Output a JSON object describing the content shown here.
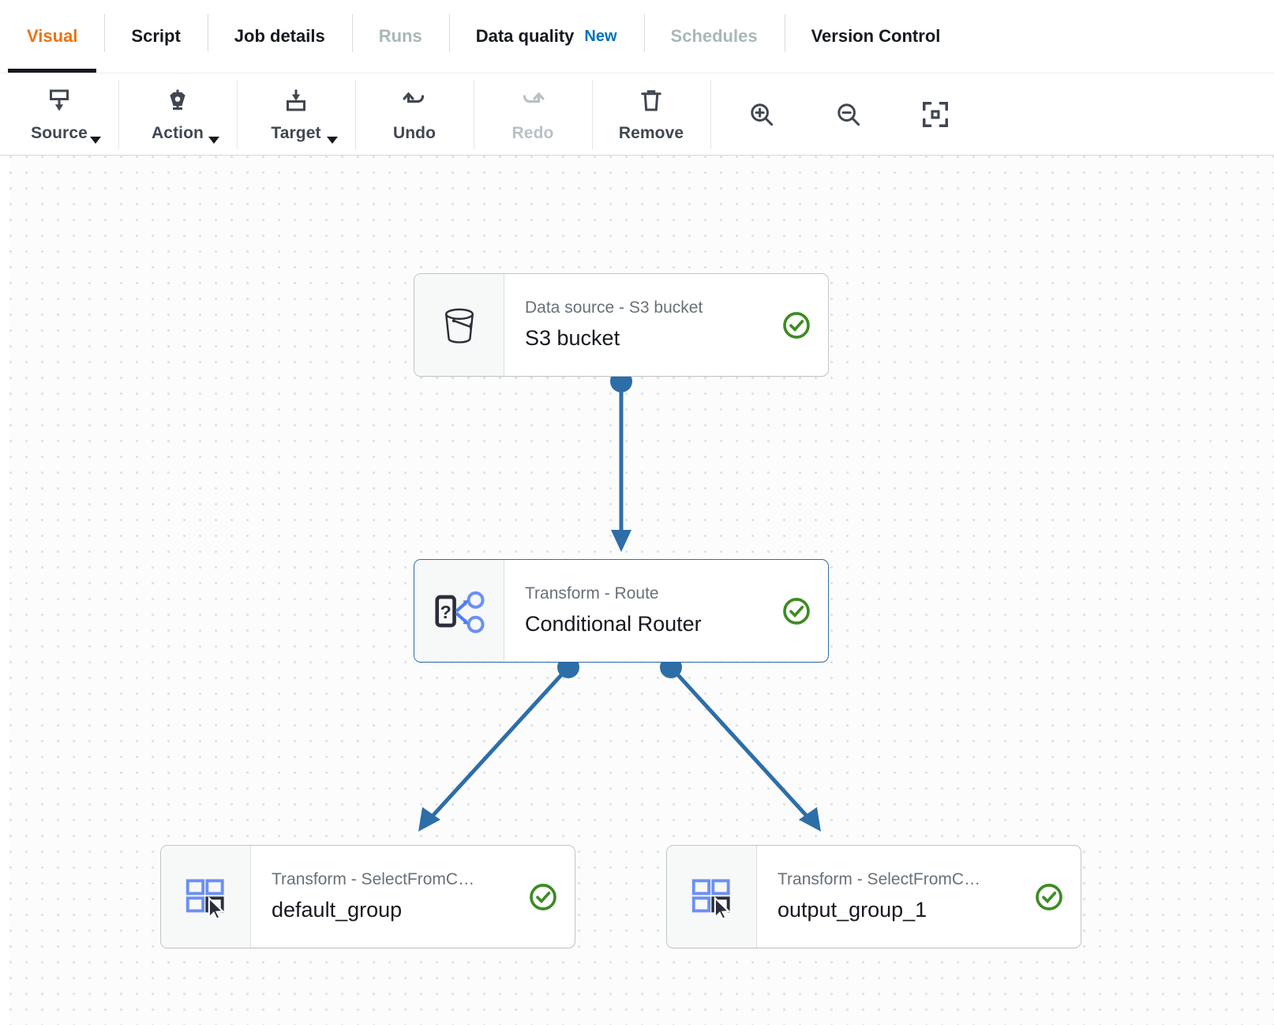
{
  "tabs": [
    {
      "label": "Visual",
      "state": "active",
      "name": "tab-visual"
    },
    {
      "label": "Script",
      "state": "normal",
      "name": "tab-script"
    },
    {
      "label": "Job details",
      "state": "normal",
      "name": "tab-job-details"
    },
    {
      "label": "Runs",
      "state": "disabled",
      "name": "tab-runs"
    },
    {
      "label": "Data quality",
      "state": "normal",
      "badge": "New",
      "name": "tab-data-quality"
    },
    {
      "label": "Schedules",
      "state": "disabled",
      "name": "tab-schedules"
    },
    {
      "label": "Version Control",
      "state": "normal",
      "name": "tab-version-control"
    }
  ],
  "toolbar": {
    "buttons": [
      {
        "label": "Source",
        "icon": "source-icon",
        "caret": true,
        "disabled": false
      },
      {
        "label": "Action",
        "icon": "action-icon",
        "caret": true,
        "disabled": false
      },
      {
        "label": "Target",
        "icon": "target-icon",
        "caret": true,
        "disabled": false
      },
      {
        "label": "Undo",
        "icon": "undo-icon",
        "caret": false,
        "disabled": false
      },
      {
        "label": "Redo",
        "icon": "redo-icon",
        "caret": false,
        "disabled": true
      },
      {
        "label": "Remove",
        "icon": "trash-icon",
        "caret": false,
        "disabled": false
      }
    ],
    "zoom_controls": [
      {
        "name": "zoom-in-icon"
      },
      {
        "name": "zoom-out-icon"
      },
      {
        "name": "fit-to-screen-icon"
      }
    ]
  },
  "canvas": {
    "nodes": [
      {
        "id": "s3",
        "subtitle": "Data source - S3 bucket",
        "title": "S3 bucket",
        "icon": "s3-bucket-icon",
        "status": "valid",
        "selected": false
      },
      {
        "id": "router",
        "subtitle": "Transform - Route",
        "title": "Conditional Router",
        "icon": "route-icon",
        "status": "valid",
        "selected": true
      },
      {
        "id": "left",
        "subtitle": "Transform - SelectFromC…",
        "title": "default_group",
        "icon": "select-from-collection-icon",
        "status": "valid",
        "selected": false
      },
      {
        "id": "right",
        "subtitle": "Transform - SelectFromC…",
        "title": "output_group_1",
        "icon": "select-from-collection-icon",
        "status": "valid",
        "selected": false
      }
    ],
    "edges": [
      {
        "from": "s3",
        "to": "left_of_router",
        "label": ""
      },
      {
        "from": "router",
        "to": "left",
        "label": ""
      },
      {
        "from": "router",
        "to": "right",
        "label": ""
      }
    ]
  },
  "colors": {
    "accent_orange": "#ec7211",
    "link_blue": "#0073bb",
    "edge_blue": "#2d6ea8",
    "status_green": "#3d8b24",
    "icon_blue": "#6b8ff5",
    "text_dark": "#16191f",
    "text_muted": "#687078",
    "disabled": "#aab7b8"
  }
}
